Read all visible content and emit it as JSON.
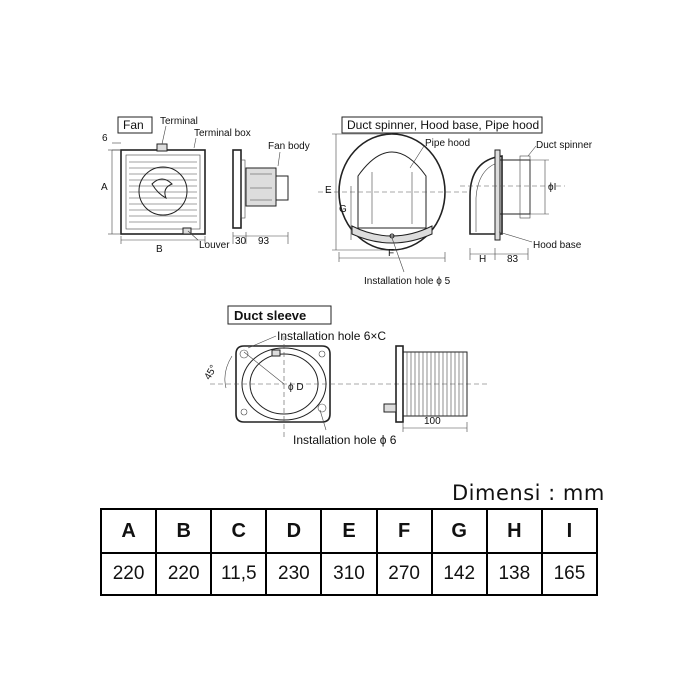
{
  "fan": {
    "title": "Fan",
    "terminal": "Terminal",
    "terminal_box": "Terminal box",
    "fan_body": "Fan body",
    "louver": "Louver",
    "dim_6": "6",
    "dim_a": "A",
    "dim_b": "B",
    "dim_30": "30",
    "dim_93": "93"
  },
  "duct": {
    "title": "Duct spinner, Hood base, Pipe hood",
    "pipe_hood": "Pipe hood",
    "duct_spinner": "Duct spinner",
    "hood_base": "Hood base",
    "install_hole": "Installation hole ϕ 5",
    "dim_e": "E",
    "dim_g": "G",
    "dim_f": "F",
    "dim_h": "H",
    "dim_83": "83",
    "dim_i": "ϕI"
  },
  "sleeve": {
    "title": "Duct sleeve",
    "install_hole_c": "Installation hole 6×C",
    "install_hole_6": "Installation hole ϕ 6",
    "angle": "45°",
    "dim_d": "ϕ D",
    "dim_100": "100"
  },
  "dimensions": {
    "unit_label": "Dimensi : mm",
    "headers": [
      "A",
      "B",
      "C",
      "D",
      "E",
      "F",
      "G",
      "H",
      "I"
    ],
    "values": [
      "220",
      "220",
      "11,5",
      "230",
      "310",
      "270",
      "142",
      "138",
      "165"
    ]
  }
}
